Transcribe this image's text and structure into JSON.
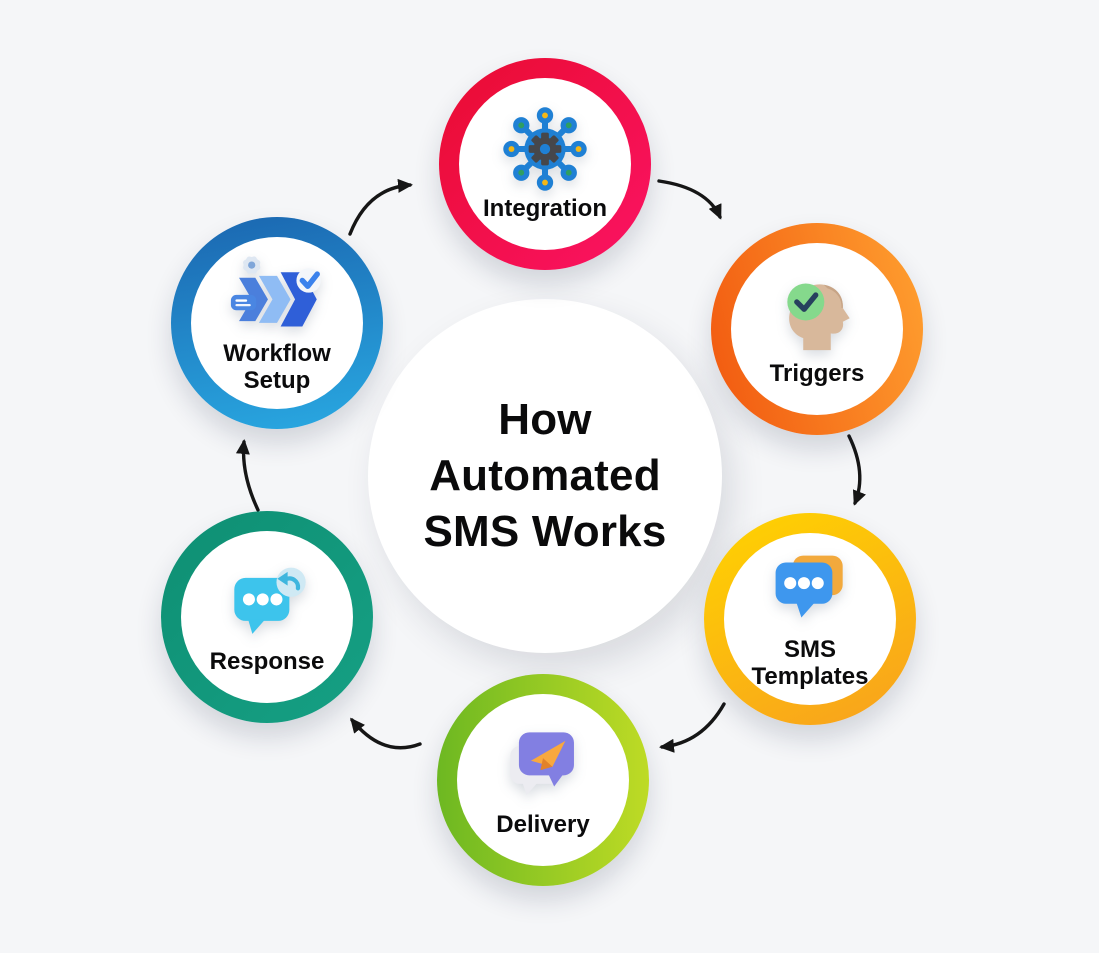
{
  "background_color": "#F5F6F8",
  "arrow_color": "#161616",
  "title": {
    "text": "How Automated SMS Works"
  },
  "steps": [
    {
      "label": "Integration",
      "icon": "integration-hub-icon",
      "ring_from": "#E90C31",
      "ring_to": "#FB1364",
      "ring_angle": 135
    },
    {
      "label": "Triggers",
      "icon": "trigger-head-check-icon",
      "ring_from": "#F1570F",
      "ring_to": "#FFA130",
      "ring_angle": 75
    },
    {
      "label": "SMS Templates",
      "icon": "sms-templates-bubbles-icon",
      "ring_from": "#FFD400",
      "ring_to": "#F8A01E",
      "ring_angle": 155
    },
    {
      "label": "Delivery",
      "icon": "delivery-send-bubble-icon",
      "ring_from": "#6DB822",
      "ring_to": "#BEDB25",
      "ring_angle": 90
    },
    {
      "label": "Response",
      "icon": "response-reply-bubble-icon",
      "ring_from": "#0E8F73",
      "ring_to": "#16A084",
      "ring_angle": 135
    },
    {
      "label": "Workflow Setup",
      "icon": "workflow-setup-icon",
      "ring_from": "#1B66B0",
      "ring_to": "#29A9E2",
      "ring_angle": 170
    }
  ]
}
